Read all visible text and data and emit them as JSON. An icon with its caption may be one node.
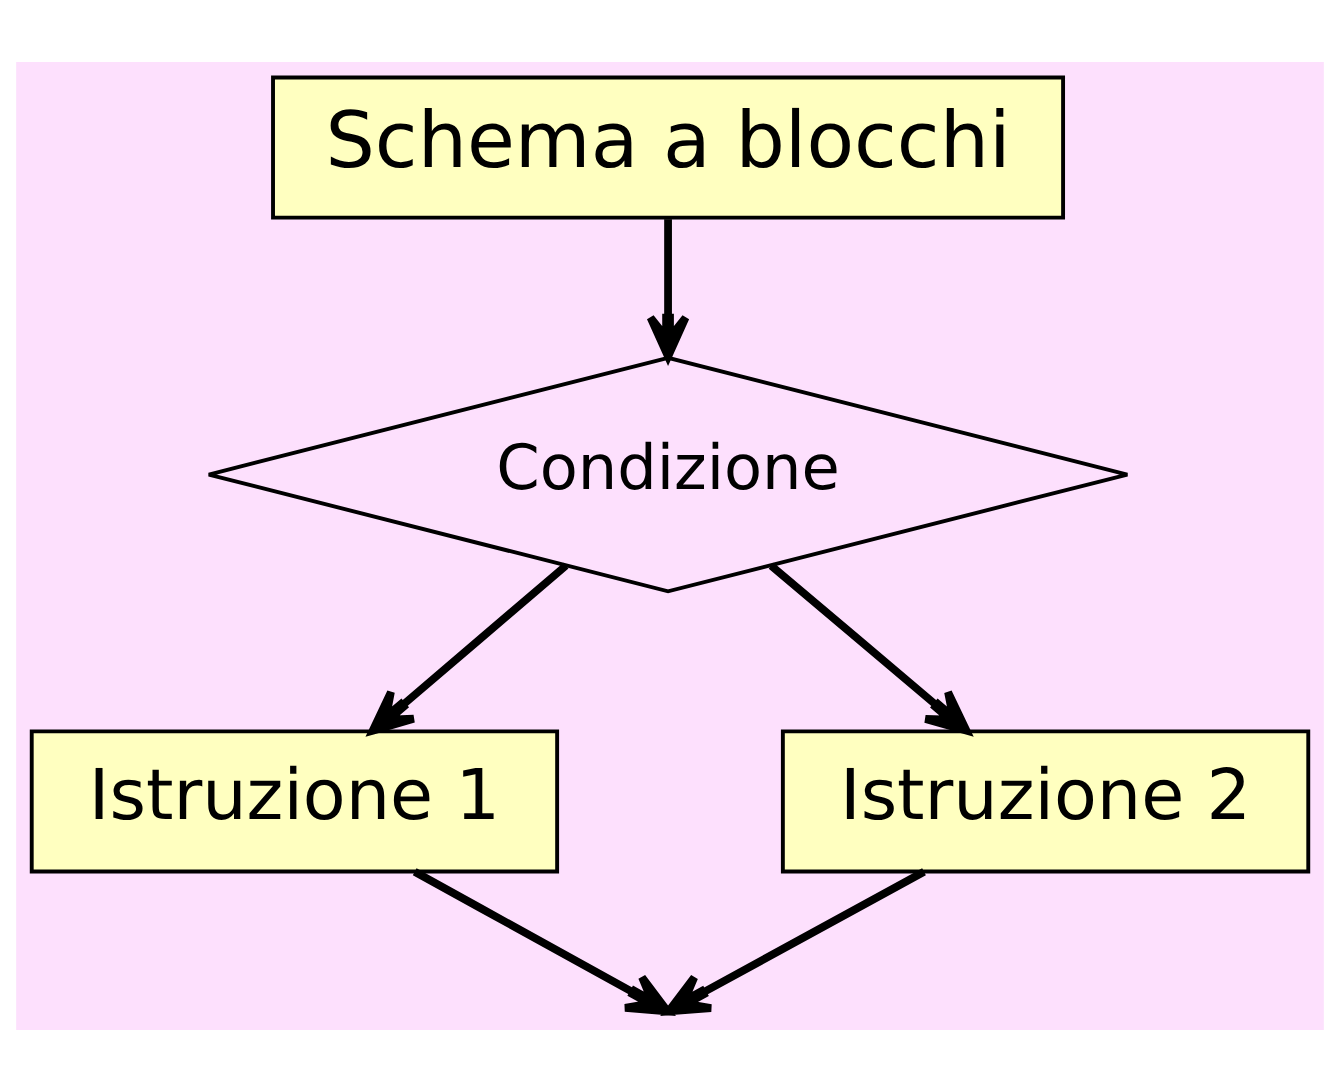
{
  "diagram": {
    "nodes": [
      {
        "text": [
          "Schema a blocchi"
        ]
      },
      {
        "text": [
          "Condizione"
        ]
      },
      {
        "text": [
          "Istruzione 1"
        ]
      },
      {
        "text": [
          "Istruzione 2"
        ]
      }
    ],
    "edges": [
      {
        "from": 0,
        "to": 1,
        "arrow": "to"
      },
      {
        "from": 1,
        "to": 2,
        "arrow": "to"
      },
      {
        "from": 1,
        "to": 3,
        "arrow": "to"
      },
      {
        "from": 2,
        "to": null,
        "arrow": "to"
      },
      {
        "from": 3,
        "to": null,
        "arrow": "to"
      }
    ]
  }
}
